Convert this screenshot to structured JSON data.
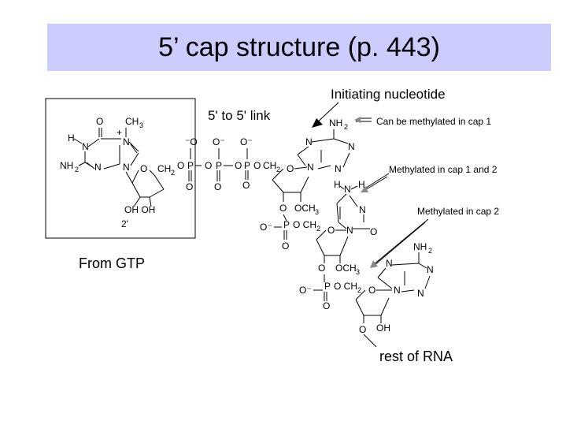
{
  "title": "5’ cap structure (p. 443)",
  "labels": {
    "initiating": "Initiating nucleotide",
    "link": "5' to 5' link",
    "can_methylated": "Can be methylated in cap 1",
    "methylated_1_2": "Methylated in cap 1 and 2",
    "methylated_2": "Methylated in cap 2",
    "from_gtp": "From GTP",
    "rest": "rest of RNA"
  },
  "colors": {
    "title_bar": "#ccccff"
  }
}
